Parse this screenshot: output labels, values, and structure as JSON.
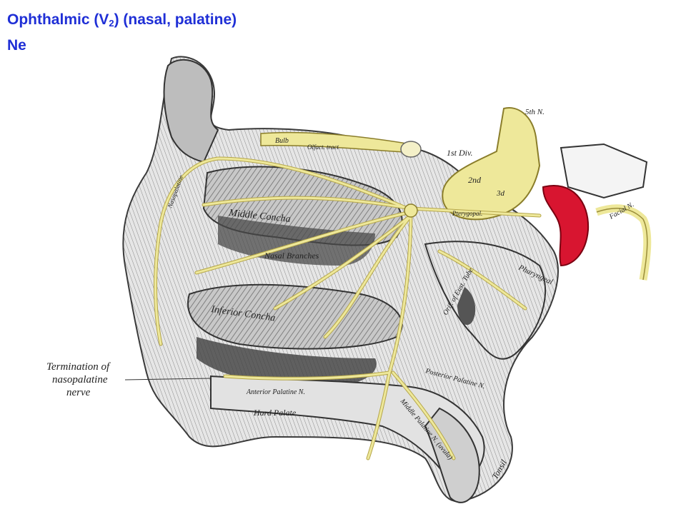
{
  "heading": {
    "line1_prefix": "Ophthalmic (V",
    "line1_sub": "2",
    "line1_suffix": ") (nasal, palatine)",
    "line2": "Ne"
  },
  "figure": {
    "labels": {
      "termination_line1": "Termination of",
      "termination_line2": "nasopalatine",
      "termination_line3": "nerve",
      "middle_concha": "Middle Concha",
      "nasal_branches": "Nasal Branches",
      "inferior_concha": "Inferior Concha",
      "bulb": "Bulb",
      "olfact_tract": "Olfact. tract",
      "fifth_n": "5th N.",
      "first_div": "1st Div.",
      "second": "2nd",
      "third": "3d",
      "pterygopalatine": "Pterygopal.",
      "pharyngeal": "Pharyngeal",
      "facial_n": "Facial N.",
      "orif_eust_tube": "Orif. of Eust. Tube",
      "posterior_palatine": "Posterior Palatine N.",
      "anterior_palatine": "Anterior Palatine N.",
      "middle_palatine": "Middle Palatine N. (uvula)",
      "hard_palate": "Hard Palate",
      "tonsil": "Tonsil",
      "septal": "Nasopalatine"
    },
    "colors": {
      "nerve": "#eee89a",
      "nerve_outline": "#b5a64a",
      "ganglion": "#d81530",
      "tissue_dark": "#5a5a5a",
      "tissue_light": "#d9d9d9"
    }
  }
}
